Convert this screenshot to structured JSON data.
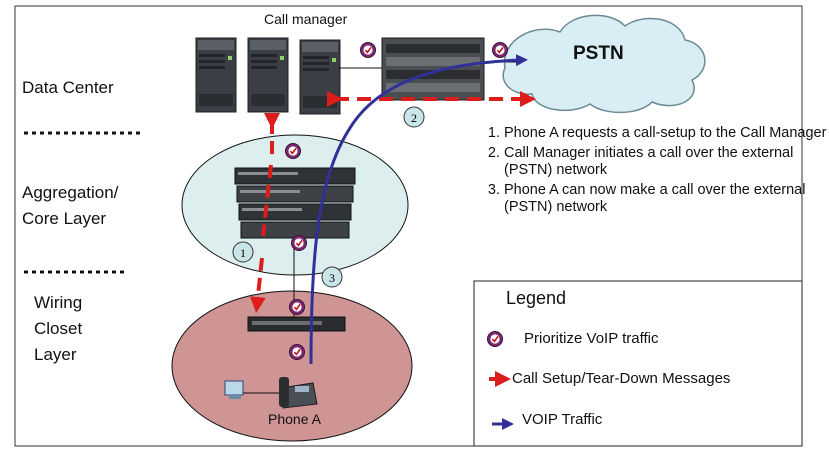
{
  "colors": {
    "call_setup": "#dd1c1c",
    "voip": "#303099",
    "prioritize_badge": "#7b2a6f",
    "aggregation_fill": "#dceeee",
    "wiring_fill": "#cf9594",
    "cloud_fill": "#d8eef4"
  },
  "labels": {
    "call_manager": "Call manager",
    "pstn": "PSTN",
    "data_center": "Data Center",
    "aggregation_line1": "Aggregation/",
    "aggregation_line2": "Core Layer",
    "wiring_line1": "Wiring",
    "wiring_line2": "Closet",
    "wiring_line3": "Layer",
    "phone_a": "Phone A"
  },
  "step_markers": [
    "1",
    "2",
    "3"
  ],
  "steps": [
    "Phone A requests a call-setup to the Call Manager",
    "Call Manager initiates a call over the external (PSTN) network",
    "Phone A can now make a call over the external (PSTN) network"
  ],
  "legend": {
    "title": "Legend",
    "items": [
      {
        "icon": "prioritize-badge-icon",
        "label": "Prioritize VoIP traffic"
      },
      {
        "icon": "red-dashed-arrow-icon",
        "label": "Call Setup/Tear-Down Messages"
      },
      {
        "icon": "blue-arrow-icon",
        "label": "VOIP Traffic"
      }
    ]
  }
}
